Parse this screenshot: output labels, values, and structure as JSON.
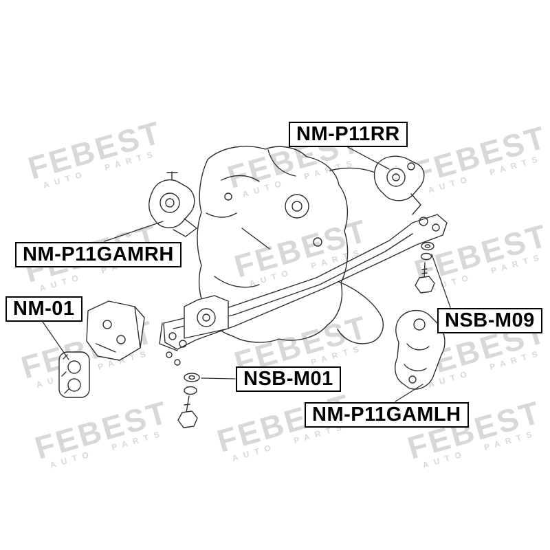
{
  "watermark": {
    "brand": "FEBEST",
    "sub": "AUTO PARTS"
  },
  "diagram": {
    "labels": {
      "nm_p11rr": "NM-P11RR",
      "nm_p11gamrh": "NM-P11GAMRH",
      "nm_01": "NM-01",
      "nsb_m09": "NSB-M09",
      "nsb_m01": "NSB-M01",
      "nm_p11gamlh": "NM-P11GAMLH"
    },
    "colors": {
      "line": "#2e2e2e",
      "label_border": "#000000",
      "watermark": "#d8d8d8",
      "background": "#ffffff"
    }
  }
}
